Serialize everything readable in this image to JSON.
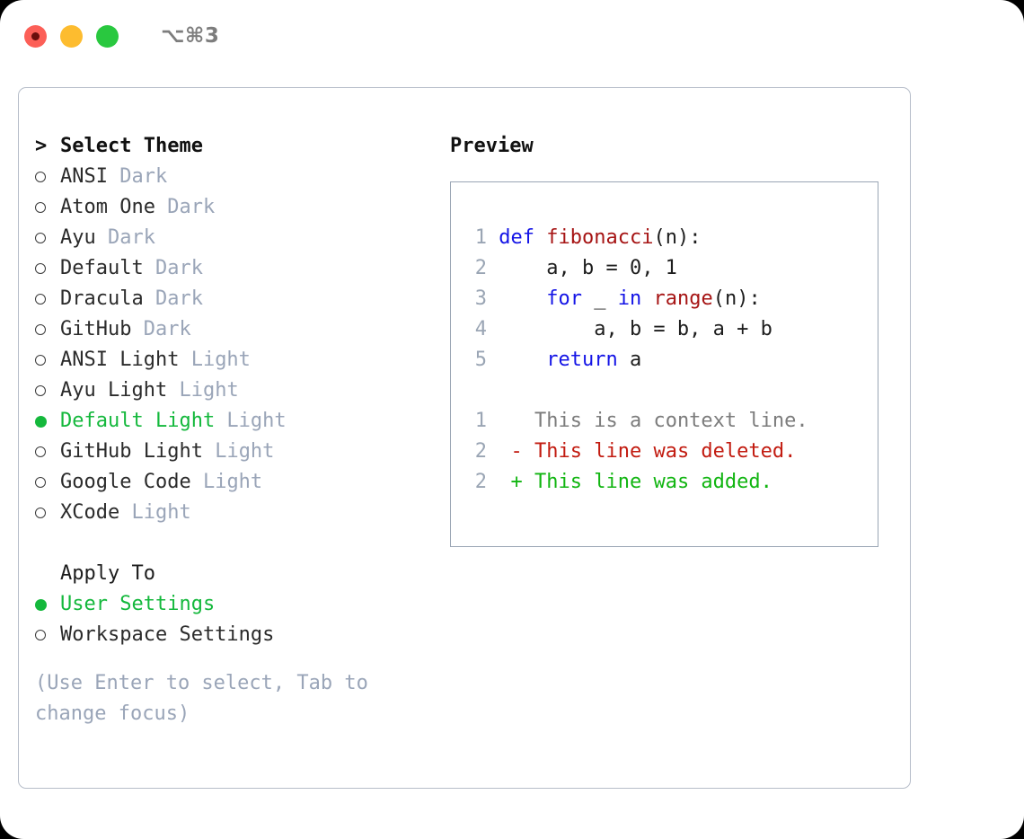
{
  "titlebar": {
    "traffic_lights": [
      {
        "name": "close-button",
        "color": "#fc5f57"
      },
      {
        "name": "minimize-button",
        "color": "#fdbc2f"
      },
      {
        "name": "maximize-button",
        "color": "#29c83f"
      }
    ],
    "shortcut": "⌥⌘3"
  },
  "theme_panel": {
    "title": "Select Theme",
    "caret": ">",
    "items": [
      {
        "label": "ANSI",
        "tag": "Dark",
        "selected": false
      },
      {
        "label": "Atom One",
        "tag": "Dark",
        "selected": false
      },
      {
        "label": "Ayu",
        "tag": "Dark",
        "selected": false
      },
      {
        "label": "Default",
        "tag": "Dark",
        "selected": false
      },
      {
        "label": "Dracula",
        "tag": "Dark",
        "selected": false
      },
      {
        "label": "GitHub",
        "tag": "Dark",
        "selected": false
      },
      {
        "label": "ANSI Light",
        "tag": "Light",
        "selected": false
      },
      {
        "label": "Ayu Light",
        "tag": "Light",
        "selected": false
      },
      {
        "label": "Default Light",
        "tag": "Light",
        "selected": true
      },
      {
        "label": "GitHub Light",
        "tag": "Light",
        "selected": false
      },
      {
        "label": "Google Code",
        "tag": "Light",
        "selected": false
      },
      {
        "label": "XCode",
        "tag": "Light",
        "selected": false
      }
    ]
  },
  "apply_to": {
    "title": "Apply To",
    "options": [
      {
        "label": "User Settings",
        "selected": true
      },
      {
        "label": "Workspace Settings",
        "selected": false
      }
    ]
  },
  "hint": "(Use Enter to select, Tab to change focus)",
  "preview": {
    "title": "Preview",
    "code_lines": [
      {
        "number": "1",
        "tokens": [
          {
            "text": "def ",
            "type": "kw"
          },
          {
            "text": "fibonacci",
            "type": "fn"
          },
          {
            "text": "(n):",
            "type": "plain"
          }
        ]
      },
      {
        "number": "2",
        "tokens": [
          {
            "text": "    a, b = 0, 1",
            "type": "plain"
          }
        ]
      },
      {
        "number": "3",
        "tokens": [
          {
            "text": "    ",
            "type": "plain"
          },
          {
            "text": "for",
            "type": "kw"
          },
          {
            "text": " _ ",
            "type": "plain"
          },
          {
            "text": "in",
            "type": "kw"
          },
          {
            "text": " ",
            "type": "plain"
          },
          {
            "text": "range",
            "type": "fn"
          },
          {
            "text": "(n):",
            "type": "plain"
          }
        ]
      },
      {
        "number": "4",
        "tokens": [
          {
            "text": "        a, b = b, a + b",
            "type": "plain"
          }
        ]
      },
      {
        "number": "5",
        "tokens": [
          {
            "text": "    ",
            "type": "plain"
          },
          {
            "text": "return",
            "type": "kw"
          },
          {
            "text": " a",
            "type": "plain"
          }
        ]
      }
    ],
    "diff_lines": [
      {
        "number": "1",
        "prefix": "  ",
        "text": "This is a context line.",
        "type": "ctx"
      },
      {
        "number": "2",
        "prefix": "- ",
        "text": "This line was deleted.",
        "type": "del"
      },
      {
        "number": "2",
        "prefix": "+ ",
        "text": "This line was added.",
        "type": "add"
      }
    ]
  },
  "colors": {
    "selection_green": "#14b83c",
    "tag_gray": "#9aa5b8",
    "keyword_blue": "#1414e6",
    "function_red": "#a61414",
    "diff_delete": "#c21b10",
    "diff_add": "#11b511",
    "border": "#b6bdc9"
  }
}
